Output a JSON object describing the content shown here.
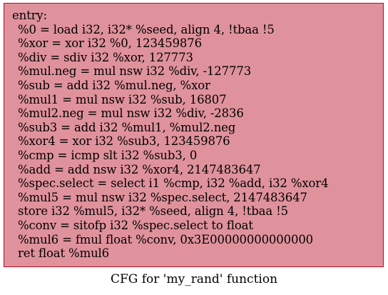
{
  "colors": {
    "node_fill": "#e0929c",
    "node_border": "#b70d28",
    "text": "#000000",
    "background": "#ffffff"
  },
  "block": {
    "label": "entry:",
    "instructions": [
      "%0 = load i32, i32* %seed, align 4, !tbaa !5",
      "%xor = xor i32 %0, 123459876",
      "%div = sdiv i32 %xor, 127773",
      "%mul.neg = mul nsw i32 %div, -127773",
      "%sub = add i32 %mul.neg, %xor",
      "%mul1 = mul nsw i32 %sub, 16807",
      "%mul2.neg = mul nsw i32 %div, -2836",
      "%sub3 = add i32 %mul1, %mul2.neg",
      "%xor4 = xor i32 %sub3, 123459876",
      "%cmp = icmp slt i32 %sub3, 0",
      "%add = add nsw i32 %xor4, 2147483647",
      "%spec.select = select i1 %cmp, i32 %add, i32 %xor4",
      "%mul5 = mul nsw i32 %spec.select, 2147483647",
      "store i32 %mul5, i32* %seed, align 4, !tbaa !5",
      "%conv = sitofp i32 %spec.select to float",
      "%mul6 = fmul float %conv, 0x3E00000000000000",
      "ret float %mul6"
    ]
  },
  "caption": "CFG for 'my_rand' function"
}
